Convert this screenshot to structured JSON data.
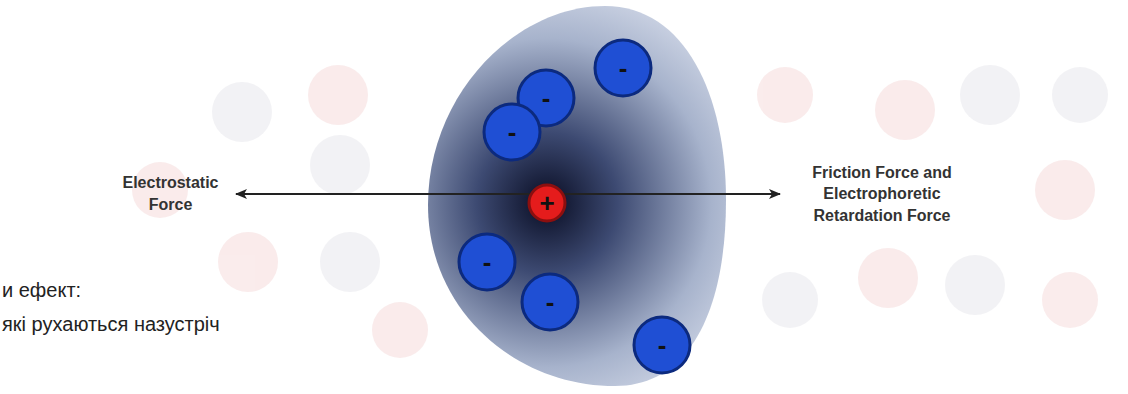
{
  "diagram": {
    "nodes": [
      {
        "text": [
          "-"
        ]
      },
      {
        "text": [
          "-"
        ]
      },
      {
        "text": [
          "-"
        ]
      },
      {
        "text": [
          "+"
        ]
      },
      {
        "text": [
          "-"
        ]
      },
      {
        "text": [
          "-"
        ]
      },
      {
        "text": [
          "-"
        ]
      }
    ],
    "labels": [
      "Electrostatic Force",
      "Friction Force and Electrophoretic Retardation Force",
      "и ефект:",
      "які рухаються назустріч"
    ]
  }
}
